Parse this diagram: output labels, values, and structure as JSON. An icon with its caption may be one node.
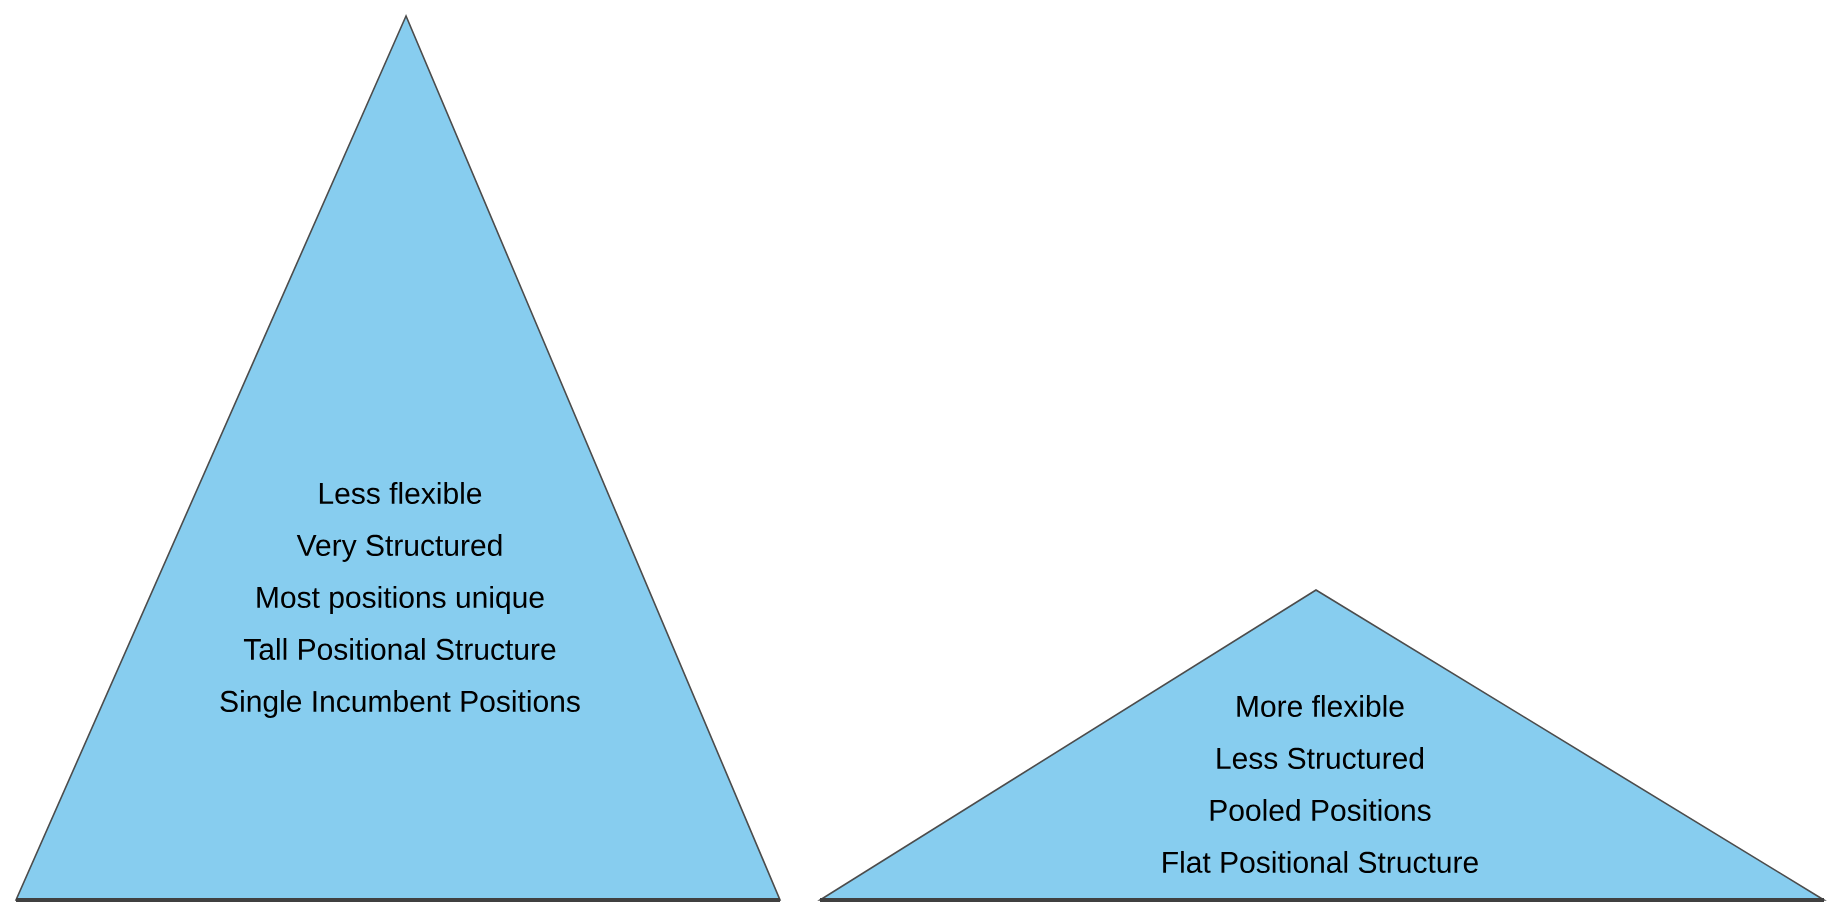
{
  "diagram": {
    "nodes": [
      {
        "text": [
          "Less flexible",
          "Very Structured",
          "Most positions unique",
          "Tall Positional Structure",
          "Single Incumbent Positions"
        ]
      },
      {
        "text": [
          "More flexible",
          "Less Structured",
          "Pooled Positions",
          "Flat Positional Structure"
        ]
      }
    ]
  }
}
